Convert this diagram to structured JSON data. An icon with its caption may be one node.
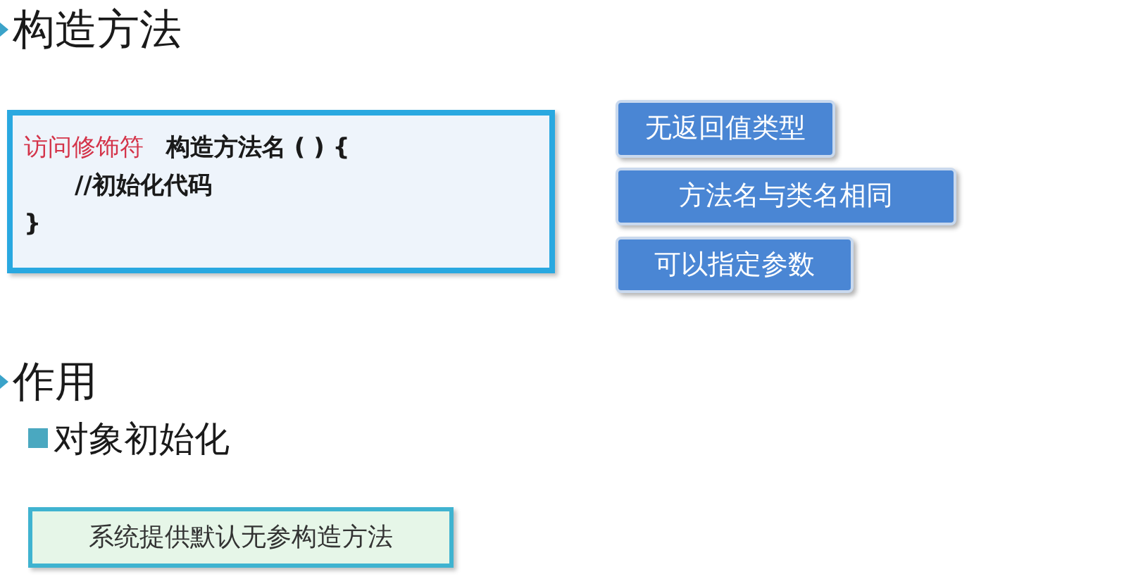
{
  "diagram": {
    "nodes": [
      {
        "text": [
          "访问修饰符",
          "构造方法名 ( ) {",
          "//初始化代码",
          "}"
        ]
      },
      {
        "text": [
          "无返回值类型"
        ]
      },
      {
        "text": [
          "方法名与类名相同"
        ]
      },
      {
        "text": [
          "可以指定参数"
        ]
      },
      {
        "text": [
          "系统提供默认无参构造方法"
        ]
      }
    ],
    "labels": [
      "构造方法",
      "作用",
      "对象初始化"
    ]
  }
}
